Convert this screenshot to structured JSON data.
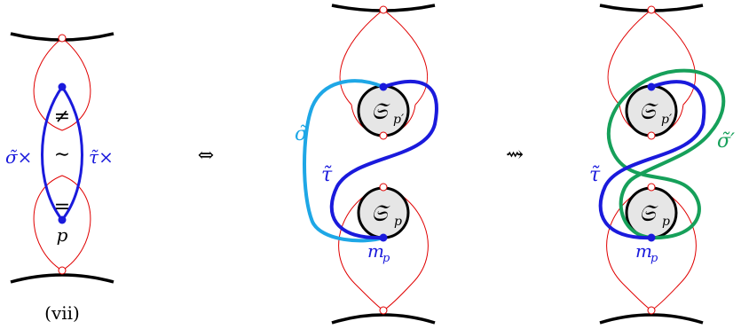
{
  "colors": {
    "black": "#000000",
    "red": "#e00000",
    "blue": "#1a1adc",
    "cyan": "#1ea7e6",
    "green": "#16a05a",
    "disk_fill": "#e6e6e6"
  },
  "left_panel": {
    "sigma_label": "σ̃×",
    "tau_label": "τ̃×",
    "sim_symbol": "∼",
    "neq_symbol": "≠",
    "eq_symbol": "=",
    "point_label": "p",
    "caption": "(vii)"
  },
  "arrows": {
    "equivalent": "⇔",
    "leads_to": "⇝"
  },
  "middle_panel": {
    "disk_top_label": "𝔖",
    "disk_top_sub": "p′",
    "disk_bottom_label": "𝔖",
    "disk_bottom_sub": "p",
    "sigma_label": "σ̃",
    "tau_label": "τ̃",
    "marked_point_label": "m",
    "marked_point_sub": "p"
  },
  "right_panel": {
    "disk_top_label": "𝔖",
    "disk_top_sub": "p′",
    "disk_bottom_label": "𝔖",
    "disk_bottom_sub": "p",
    "sigma_label": "σ̃′",
    "tau_label": "τ̃",
    "marked_point_label": "m",
    "marked_point_sub": "p"
  }
}
